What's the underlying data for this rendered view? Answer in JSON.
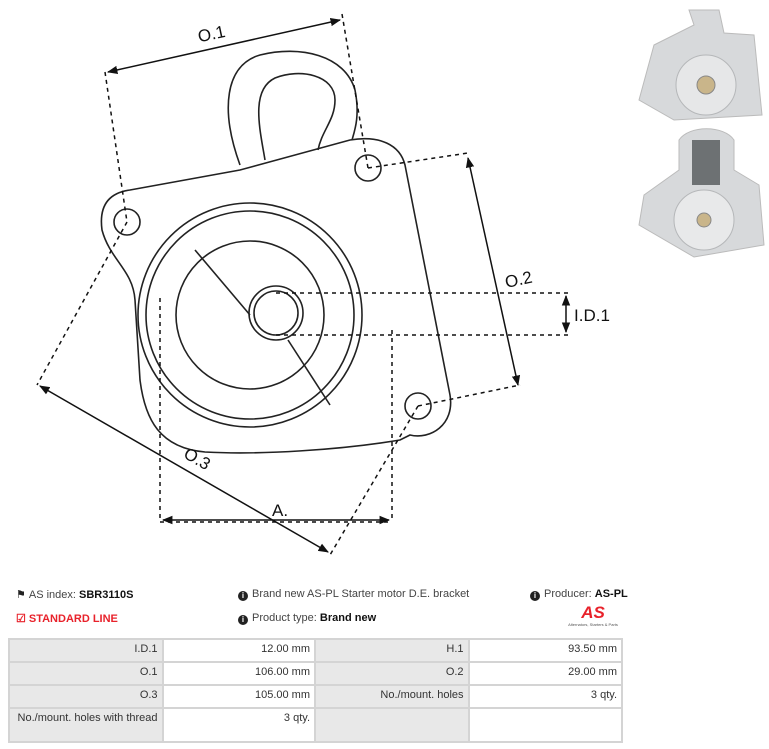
{
  "diagram": {
    "labels": {
      "o1": "O.1",
      "o2": "O.2",
      "o3": "O.3",
      "a": "A.",
      "id1": "I.D.1"
    }
  },
  "info": {
    "as_index_label": "AS index:",
    "as_index_value": "SBR3110S",
    "standard_line": "STANDARD LINE",
    "description": "Brand new AS-PL Starter motor D.E. bracket",
    "product_type_label": "Product type:",
    "product_type_value": "Brand new",
    "producer_label": "Producer:",
    "producer_value": "AS-PL",
    "logo_text": "AS",
    "logo_tagline": "Alternators, Starters & Parts"
  },
  "specs": [
    [
      {
        "k": "I.D.1",
        "v": "12.00 mm"
      },
      {
        "k": "H.1",
        "v": "93.50 mm"
      }
    ],
    [
      {
        "k": "O.1",
        "v": "106.00 mm"
      },
      {
        "k": "O.2",
        "v": "29.00 mm"
      }
    ],
    [
      {
        "k": "O.3",
        "v": "105.00 mm"
      },
      {
        "k": "No./mount. holes",
        "v": "3 qty."
      }
    ],
    [
      {
        "k": "No./mount. holes with thread",
        "v": "3 qty."
      },
      {
        "k": "",
        "v": ""
      }
    ]
  ],
  "colors": {
    "accent": "#e8222b",
    "header_bg": "#e8e8e8",
    "border": "#d4d4d4"
  }
}
